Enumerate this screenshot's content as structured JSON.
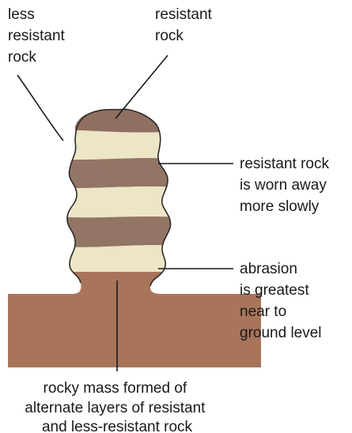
{
  "labels": {
    "less_resistant": [
      "less",
      "resistant",
      "rock"
    ],
    "resistant_top": [
      "resistant",
      "rock"
    ],
    "worn_slowly": [
      "resistant rock",
      "is worn away",
      "more slowly"
    ],
    "abrasion": [
      "abrasion",
      "is greatest",
      "near to",
      "ground level"
    ],
    "rocky_mass": [
      "rocky mass formed of",
      "alternate layers of resistant",
      "and less-resistant rock"
    ]
  },
  "colors": {
    "ground": "#a8755a",
    "resistant_layer": "#937565",
    "less_resistant_layer": "#ece5c6",
    "cap_layer": "#8f6f60",
    "outline": "#2a2a2a"
  }
}
